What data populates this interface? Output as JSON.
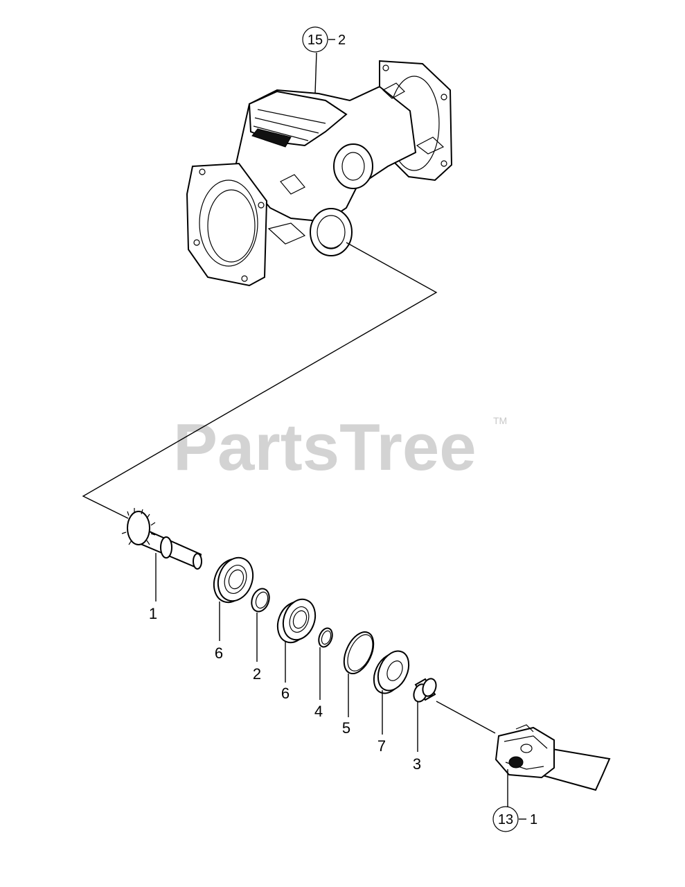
{
  "watermark": {
    "brand": "PartsTree",
    "trademark": "TM"
  },
  "references": {
    "housing": {
      "circle": "15",
      "suffix": "2"
    },
    "joint": {
      "circle": "13",
      "suffix": "1"
    }
  },
  "callouts": [
    {
      "id": "pinion-gear-shaft",
      "number": "1"
    },
    {
      "id": "bearing-left",
      "number": "6"
    },
    {
      "id": "spacer-ring",
      "number": "2"
    },
    {
      "id": "bearing-right",
      "number": "6"
    },
    {
      "id": "snap-ring-small",
      "number": "4"
    },
    {
      "id": "snap-ring-large",
      "number": "5"
    },
    {
      "id": "oil-seal",
      "number": "7"
    },
    {
      "id": "bushing",
      "number": "3"
    }
  ]
}
